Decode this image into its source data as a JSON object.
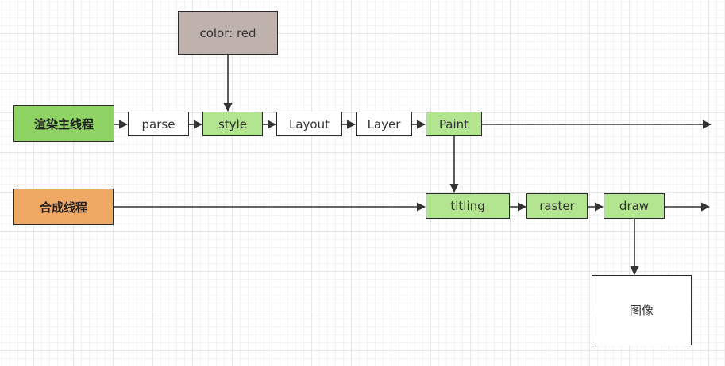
{
  "colors": {
    "stage_green": "#b3e48f",
    "lane_render": "#8ed364",
    "lane_compositor": "#f0a865",
    "style_note": "#bfb2ad",
    "edge": "#333333"
  },
  "nodes": {
    "style_note": "color: red",
    "lane_render": "渲染主线程",
    "lane_compositor": "合成线程",
    "parse": "parse",
    "style": "style",
    "layout": "Layout",
    "layer": "Layer",
    "paint": "Paint",
    "titling": "titling",
    "raster": "raster",
    "draw": "draw",
    "image": "图像"
  }
}
